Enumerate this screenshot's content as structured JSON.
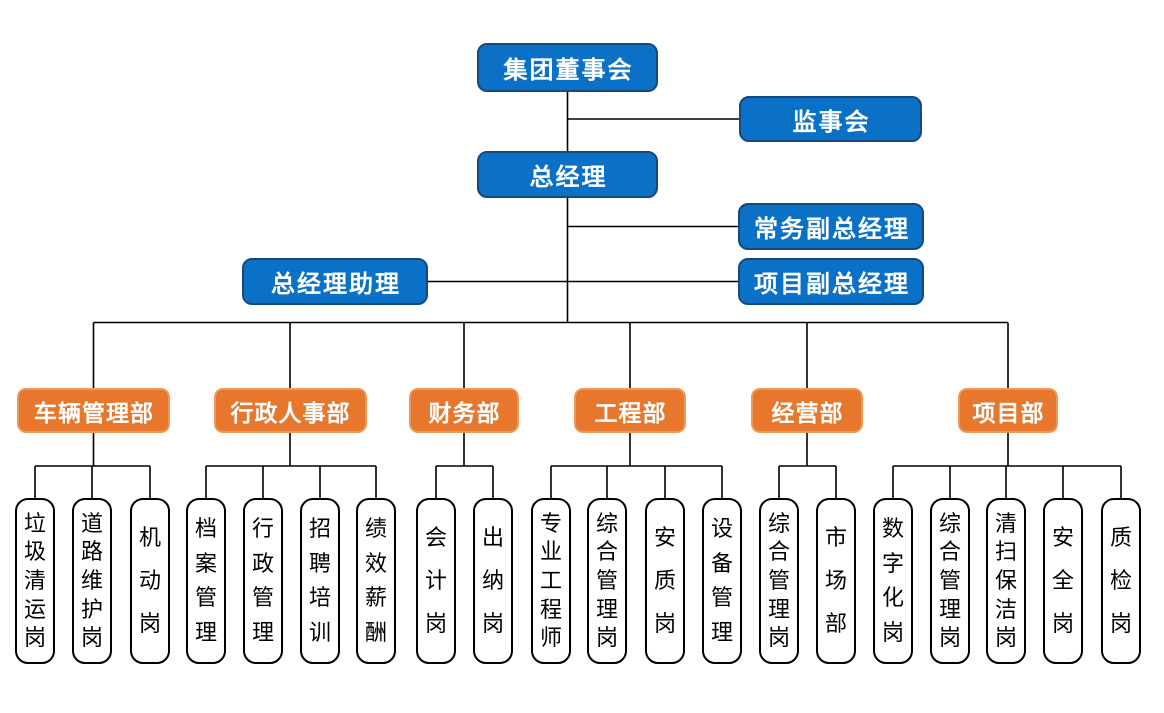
{
  "colors": {
    "page_background": "#ffffff",
    "blue_fill": "#0a71c6",
    "blue_border": "#17497c",
    "orange_fill": "#e8772e",
    "orange_border": "#f09a57",
    "leaf_fill": "#ffffff",
    "leaf_border": "#000000",
    "line": "#000000",
    "text_light": "#ffffff",
    "text_dark": "#000000"
  },
  "org_chart": {
    "top_nodes": [
      {
        "id": "board-of-directors",
        "label": "集团董事会"
      },
      {
        "id": "supervisory-board",
        "label": "监事会"
      },
      {
        "id": "general-manager",
        "label": "总经理"
      },
      {
        "id": "executive-deputy-gm",
        "label": "常务副总经理"
      },
      {
        "id": "gm-assistant",
        "label": "总经理助理"
      },
      {
        "id": "project-deputy-gm",
        "label": "项目副总经理"
      }
    ],
    "departments": [
      {
        "label": "车辆管理部",
        "positions": [
          "垃圾清运岗",
          "道路维护岗",
          "机动岗"
        ]
      },
      {
        "label": "行政人事部",
        "positions": [
          "档案管理",
          "行政管理",
          "招聘培训",
          "绩效薪酬"
        ]
      },
      {
        "label": "财务部",
        "positions": [
          "会计岗",
          "出纳岗"
        ]
      },
      {
        "label": "工程部",
        "positions": [
          "专业工程师",
          "综合管理岗",
          "安质岗",
          "设备管理"
        ]
      },
      {
        "label": "经营部",
        "positions": [
          "综合管理岗",
          "市场部"
        ]
      },
      {
        "label": "项目部",
        "positions": [
          "数字化岗",
          "综合管理岗",
          "清扫保洁岗",
          "安全岗",
          "质检岗"
        ]
      }
    ]
  }
}
